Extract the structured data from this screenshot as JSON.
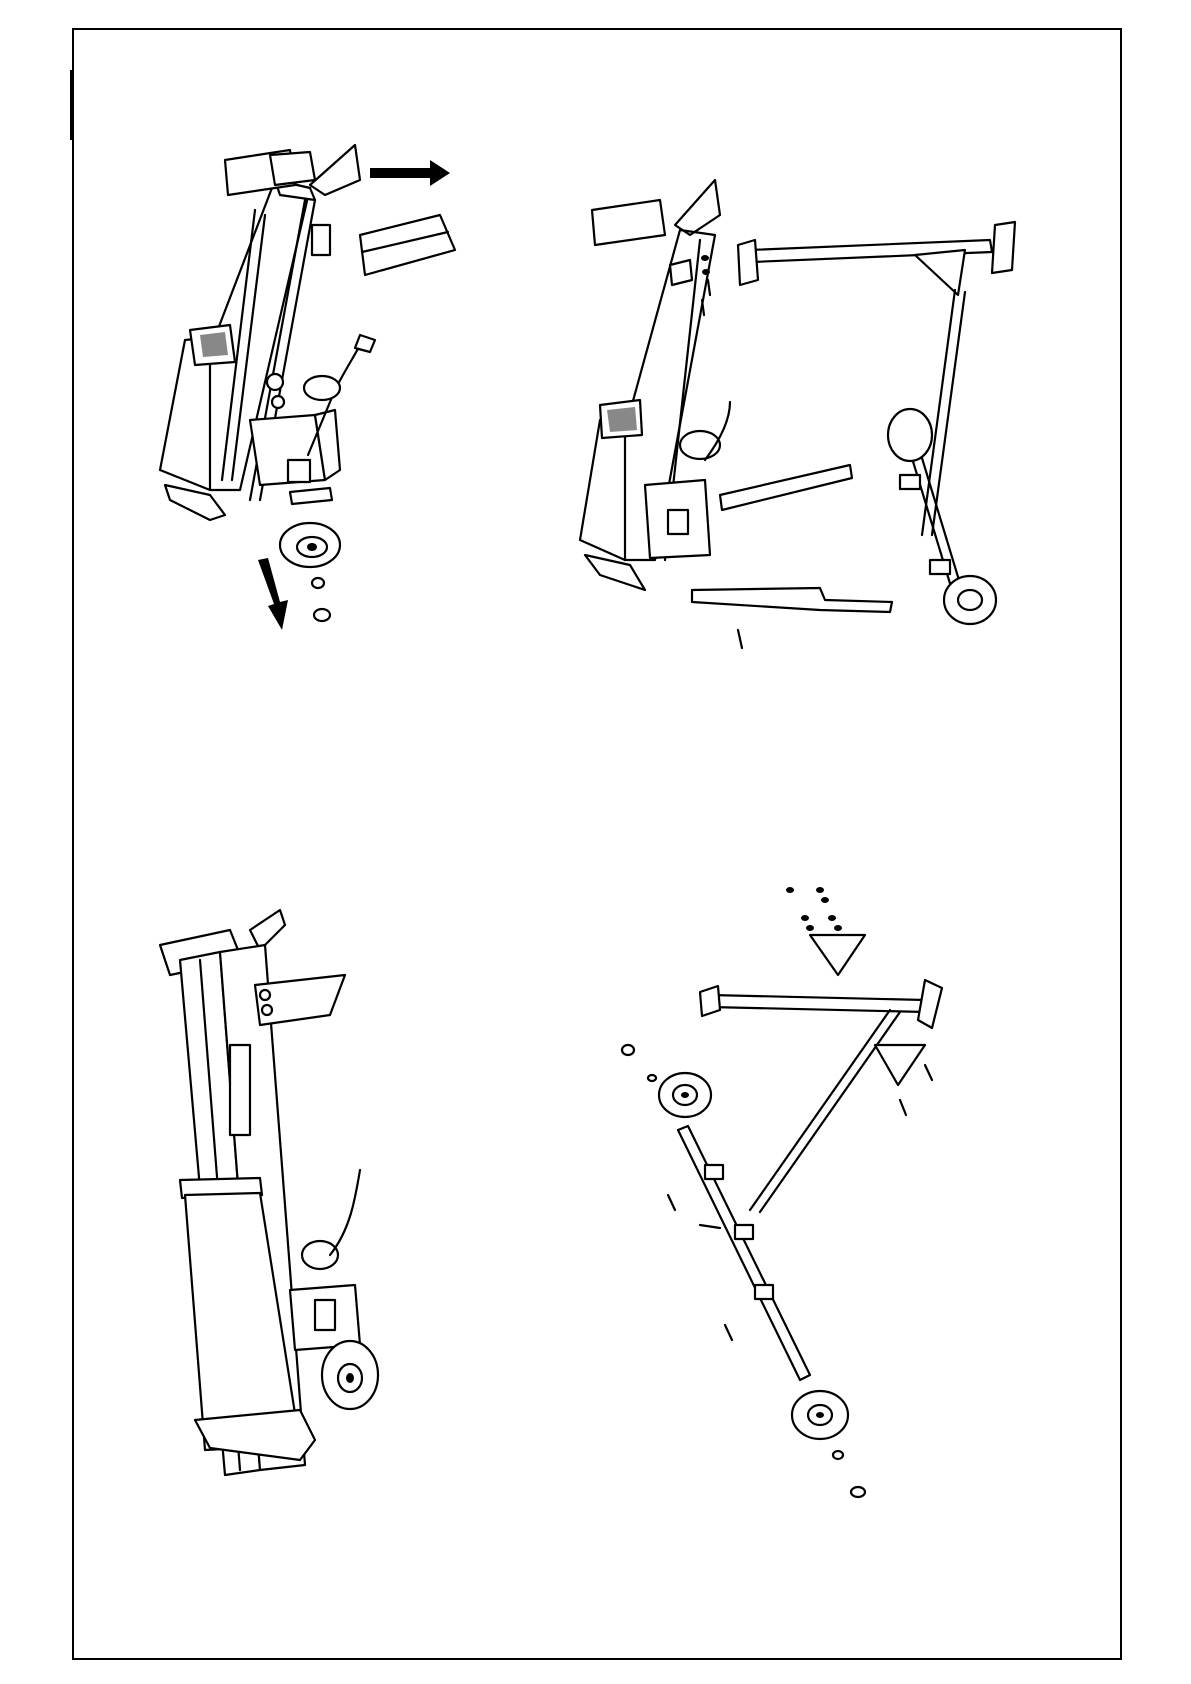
{
  "colors": {
    "line": "#000000",
    "background": "#ffffff",
    "hatch": "#888888"
  },
  "figures": [
    {
      "id": "fig-a",
      "icon": "log-splitter-remove-wheel-and-guard-diagram"
    },
    {
      "id": "fig-b",
      "icon": "log-splitter-attach-stand-and-handles-diagram"
    },
    {
      "id": "fig-c",
      "icon": "log-splitter-assembled-diagram"
    },
    {
      "id": "fig-d",
      "icon": "stand-frame-exploded-diagram"
    }
  ]
}
